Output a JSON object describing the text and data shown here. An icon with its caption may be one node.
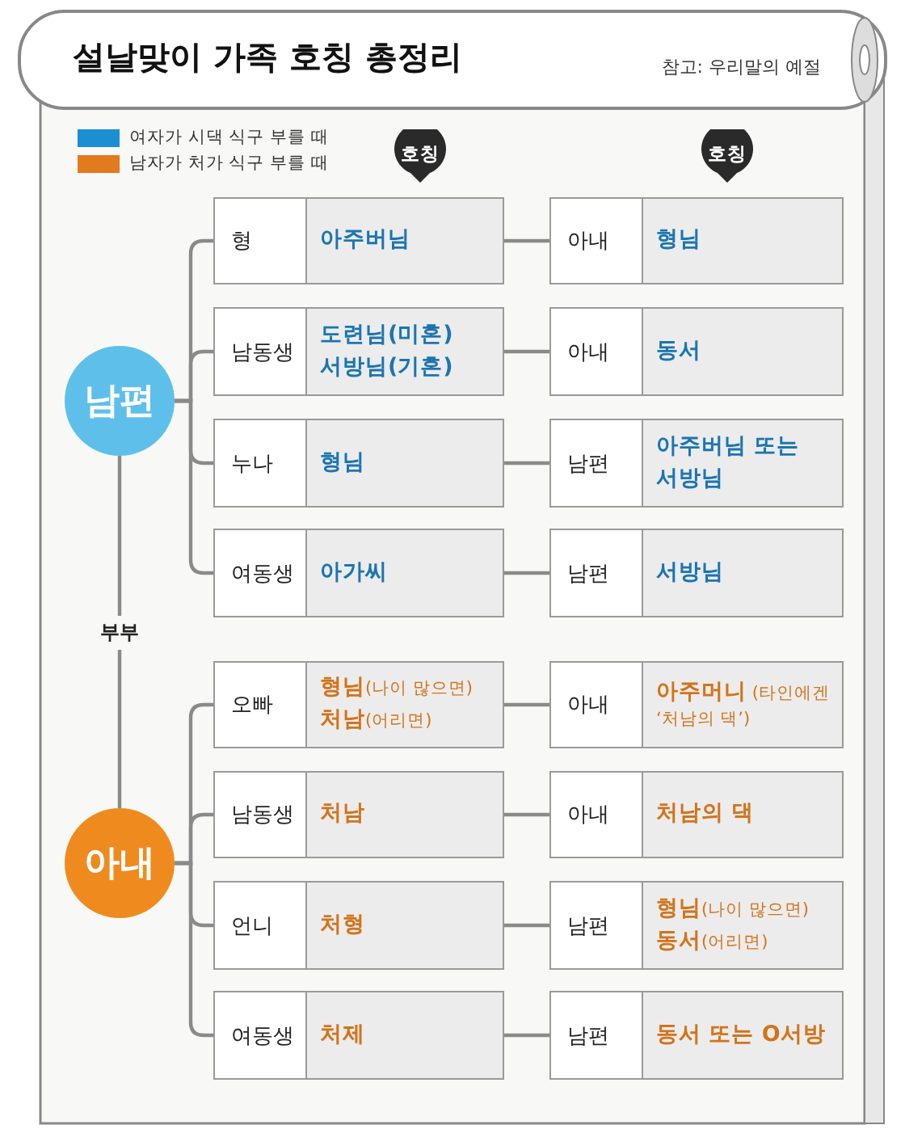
{
  "diagram": {
    "title": "설날맞이 가족 호칭 총정리",
    "nodes": [
      {
        "text": [
          "호칭"
        ]
      },
      {
        "text": [
          "호칭"
        ]
      },
      {
        "text": [
          "남편"
        ]
      },
      {
        "text": [
          "형",
          "아주버님"
        ]
      },
      {
        "text": [
          "아내",
          "형님"
        ]
      },
      {
        "text": [
          "남동생",
          "도련님(미혼) 서방님(기혼)"
        ]
      },
      {
        "text": [
          "아내",
          "동서"
        ]
      },
      {
        "text": [
          "누나",
          "형님"
        ]
      },
      {
        "text": [
          "남편",
          "아주버님 또는 서방님"
        ]
      },
      {
        "text": [
          "여동생",
          "아가씨"
        ]
      },
      {
        "text": [
          "남편",
          "서방님"
        ]
      },
      {
        "text": [
          "아내"
        ]
      },
      {
        "text": [
          "오빠",
          "**형님**(나이 많으면) **처남**(어리면)"
        ]
      },
      {
        "text": [
          "아내",
          "**아주머니** (타인에겐 ‘처남의 댁’)"
        ]
      },
      {
        "text": [
          "남동생",
          "처남"
        ]
      },
      {
        "text": [
          "아내",
          "처남의 댁"
        ]
      },
      {
        "text": [
          "언니",
          "처형"
        ]
      },
      {
        "text": [
          "남편",
          "**형님**(나이 많으면) **동서**(어리면)"
        ]
      },
      {
        "text": [
          "여동생",
          "처제"
        ]
      },
      {
        "text": [
          "남편",
          "동서 또는 O서방"
        ]
      }
    ],
    "edges": [
      {
        "from": 2,
        "to": 3,
        "arrow": "none"
      },
      {
        "from": 2,
        "to": 5,
        "arrow": "none"
      },
      {
        "from": 2,
        "to": 7,
        "arrow": "none"
      },
      {
        "from": 2,
        "to": 9,
        "arrow": "none"
      },
      {
        "from": 3,
        "to": 4,
        "arrow": "none"
      },
      {
        "from": 5,
        "to": 6,
        "arrow": "none"
      },
      {
        "from": 7,
        "to": 8,
        "arrow": "none"
      },
      {
        "from": 9,
        "to": 10,
        "arrow": "none"
      },
      {
        "from": 2,
        "to": 11,
        "label": "부부",
        "arrow": "none"
      },
      {
        "from": 11,
        "to": 12,
        "arrow": "none"
      },
      {
        "from": 11,
        "to": 14,
        "arrow": "none"
      },
      {
        "from": 11,
        "to": 16,
        "arrow": "none"
      },
      {
        "from": 11,
        "to": 18,
        "arrow": "none"
      },
      {
        "from": 12,
        "to": 13,
        "arrow": "none"
      },
      {
        "from": 14,
        "to": 15,
        "arrow": "none"
      },
      {
        "from": 16,
        "to": 17,
        "arrow": "none"
      },
      {
        "from": 18,
        "to": 19,
        "arrow": "none"
      }
    ],
    "labels": [
      "참고: 우리말의 예절"
    ],
    "legend": [
      {
        "text": "여자가 시댁 식구 부를 때",
        "color": "#1b8fd2"
      },
      {
        "text": "남자가 처가 식구 부를 때",
        "color": "#e27a1e"
      }
    ]
  }
}
